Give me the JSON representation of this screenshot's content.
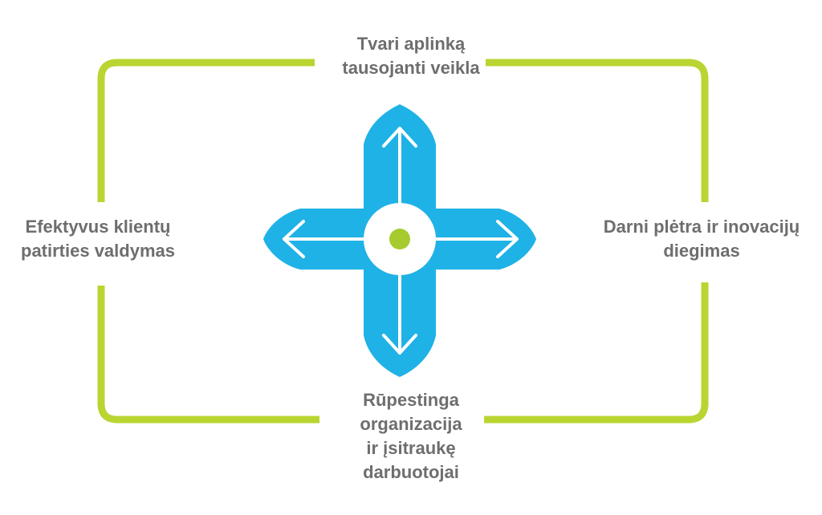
{
  "diagram": {
    "labels": {
      "top": [
        "Tvari aplinką",
        "tausojanti veikla"
      ],
      "left": [
        "Efektyvus klientų",
        "patirties valdymas"
      ],
      "right": [
        "Darni plėtra ir inovacijų",
        "diegimas"
      ],
      "bottom": [
        "Rūpestinga",
        "organizacija",
        "ir įsitraukę",
        "darbuotojai"
      ]
    },
    "colors": {
      "frame": "#b9d531",
      "cross": "#1fb2e6",
      "arrows": "#ffffff",
      "center_dot": "#a6cb2f",
      "text": "#6e6e70"
    },
    "icons": {
      "center": "target-dot-icon",
      "arrows": [
        "arrow-up-icon",
        "arrow-right-icon",
        "arrow-down-icon",
        "arrow-left-icon"
      ]
    }
  }
}
